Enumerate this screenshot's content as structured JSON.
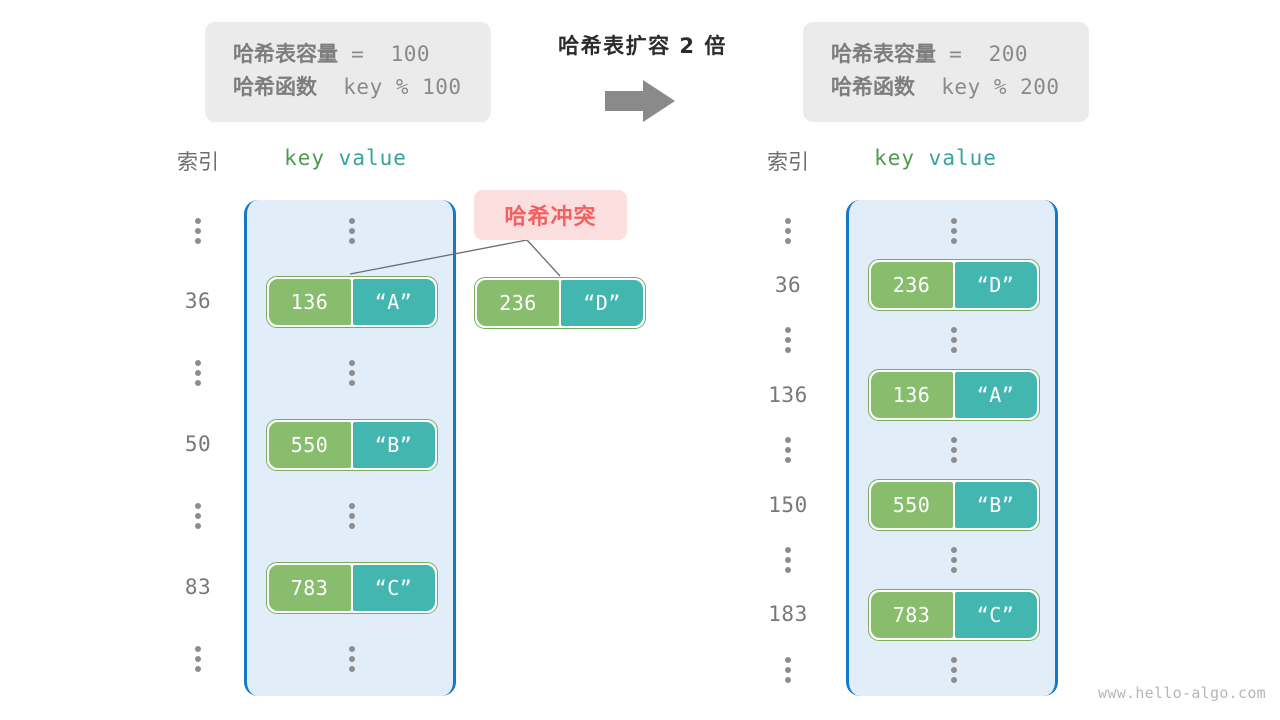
{
  "before": {
    "capacity_label": "哈希表容量",
    "capacity_expr": " =  100",
    "function_label": "哈希函数",
    "function_expr": "  key % 100"
  },
  "after": {
    "capacity_label": "哈希表容量",
    "capacity_expr": " =  200",
    "function_label": "哈希函数",
    "function_expr": "  key % 200"
  },
  "center": {
    "title": "哈希表扩容 2 倍",
    "arrow_icon": "arrow-right-icon"
  },
  "headers": {
    "index": "索引",
    "key": "key",
    "value": " value"
  },
  "collision": {
    "label": "哈希冲突",
    "bg_color": "#fbdfdf",
    "text_color": "#f4605f"
  },
  "colors": {
    "key_cell": "#87bd6d",
    "value_cell": "#43b6b0",
    "bucket_bg": "#e1eefa",
    "bucket_border": "#1679c8",
    "info_bg": "#ebebeb",
    "index_text": "#787878"
  },
  "left_table": {
    "rows": [
      {
        "index": "⋮",
        "type": "dots"
      },
      {
        "index": "36",
        "type": "pair",
        "key": "136",
        "value": "“A”"
      },
      {
        "index": "⋮",
        "type": "dots"
      },
      {
        "index": "50",
        "type": "pair",
        "key": "550",
        "value": "“B”"
      },
      {
        "index": "⋮",
        "type": "dots"
      },
      {
        "index": "83",
        "type": "pair",
        "key": "783",
        "value": "“C”"
      },
      {
        "index": "⋮",
        "type": "dots"
      }
    ]
  },
  "floating_pair": {
    "key": "236",
    "value": "“D”"
  },
  "right_table": {
    "rows": [
      {
        "index": "⋮",
        "type": "dots"
      },
      {
        "index": "36",
        "type": "pair",
        "key": "236",
        "value": "“D”"
      },
      {
        "index": "⋮",
        "type": "dots"
      },
      {
        "index": "136",
        "type": "pair",
        "key": "136",
        "value": "“A”"
      },
      {
        "index": "⋮",
        "type": "dots"
      },
      {
        "index": "150",
        "type": "pair",
        "key": "550",
        "value": "“B”"
      },
      {
        "index": "⋮",
        "type": "dots"
      },
      {
        "index": "183",
        "type": "pair",
        "key": "783",
        "value": "“C”"
      },
      {
        "index": "⋮",
        "type": "dots"
      }
    ]
  },
  "watermark": "www.hello-algo.com"
}
